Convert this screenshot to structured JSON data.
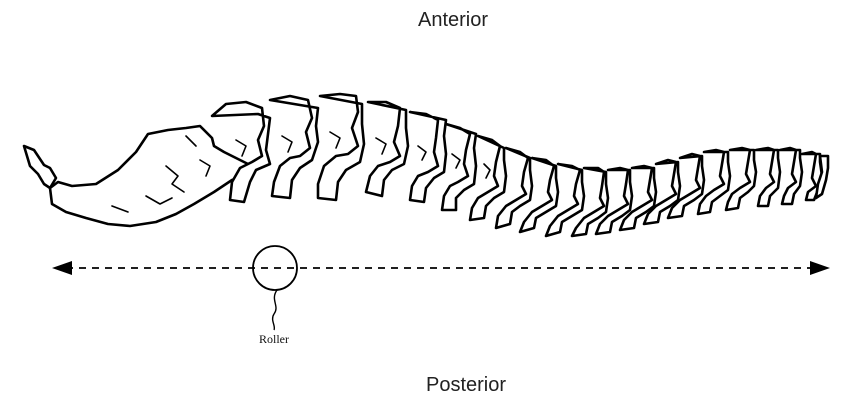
{
  "labels": {
    "anterior": "Anterior",
    "posterior": "Posterior",
    "roller": "Roller"
  },
  "colors": {
    "ink": "#000000",
    "background": "#ffffff"
  },
  "icons": {
    "arrow": "double-headed-dashed-arrow",
    "roller": "circle"
  }
}
